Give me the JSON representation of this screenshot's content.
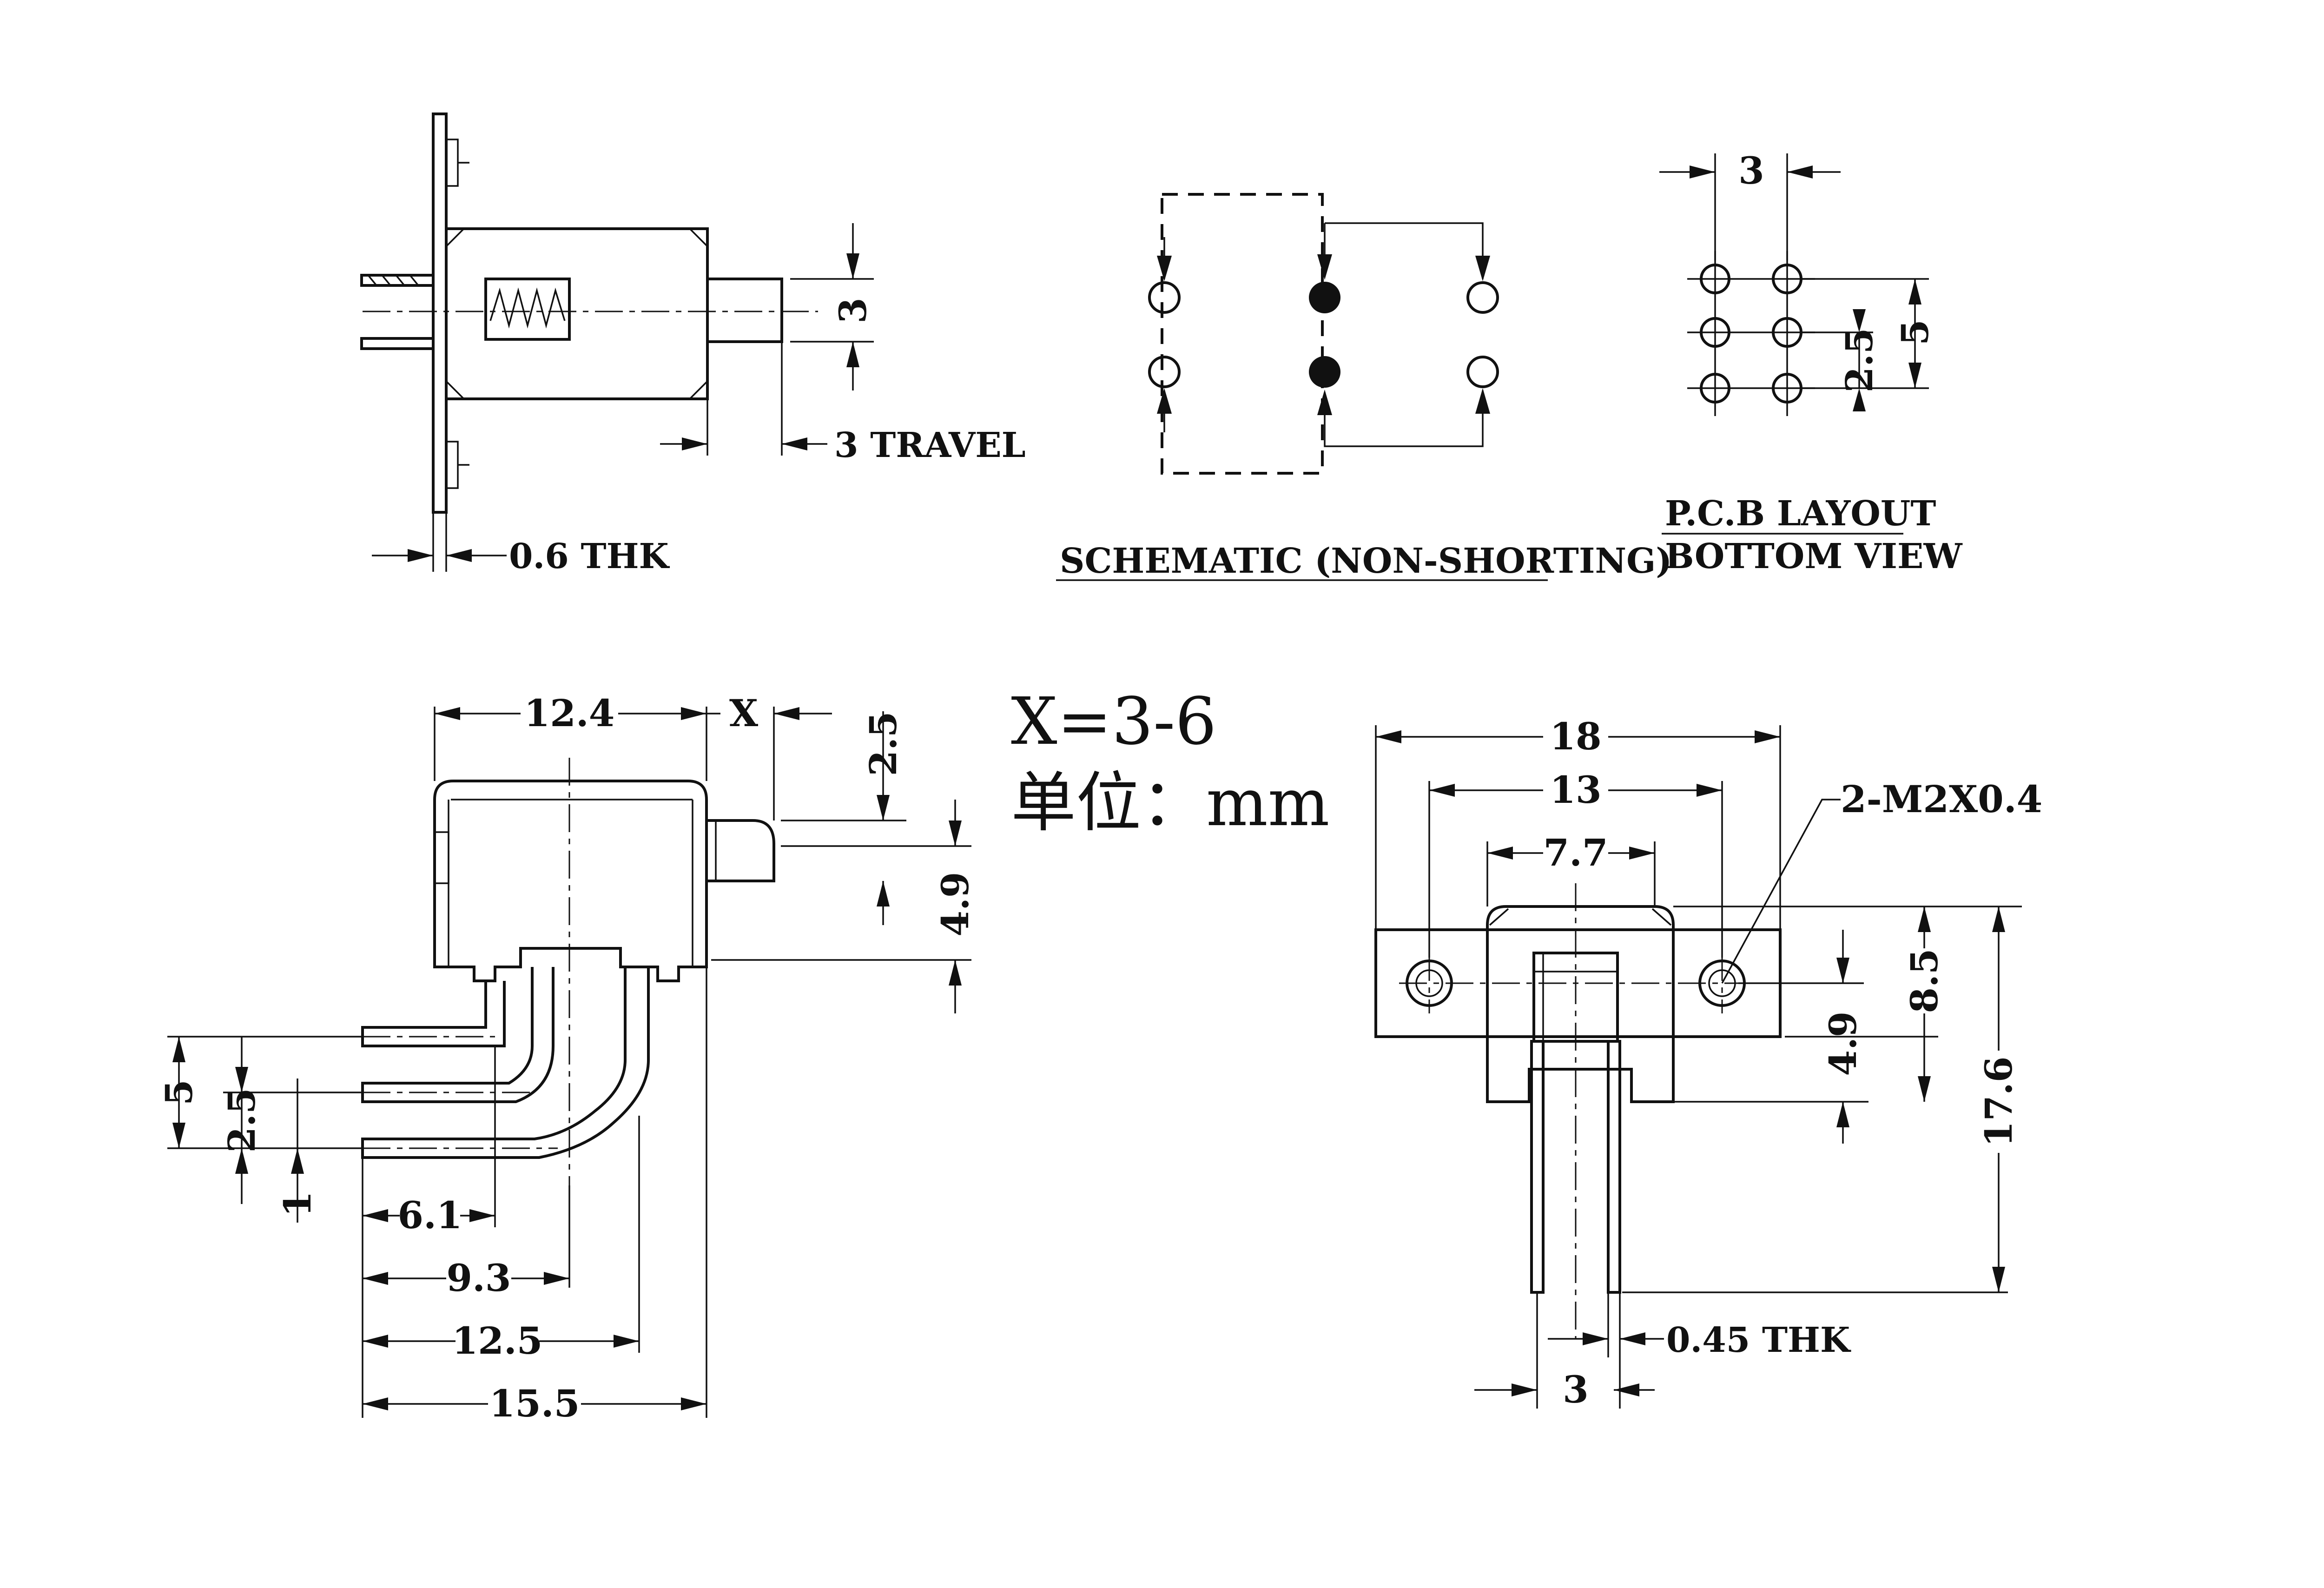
{
  "views": {
    "side": {
      "thickness": "0.6 THK",
      "travel": "3 TRAVEL",
      "actuator_height": "3"
    },
    "schematic": {
      "title": "SCHEMATIC (NON-SHORTING)"
    },
    "pcb": {
      "title_line1": "P.C.B LAYOUT",
      "title_line2": "BOTTOM VIEW",
      "pitch_x": "3",
      "pitch_y": "2.5",
      "span_y": "5"
    },
    "front": {
      "width": "12.4",
      "stroke": "X",
      "top_offset": "2.5",
      "actuator": "4.9",
      "pin_span": "5",
      "pin_pitch": "2.5",
      "pin_offset": "1",
      "d1": "6.1",
      "d2": "9.3",
      "d3": "12.5",
      "d4": "15.5"
    },
    "notes": {
      "x_range": "X=3-6",
      "unit": "单位：mm"
    },
    "mount": {
      "total_width": "18",
      "hole_spacing": "13",
      "body_width": "7.7",
      "screw": "2-M2X0.4",
      "hole_height": "4.9",
      "flange_height": "8.5",
      "total_height": "17.6",
      "pin_thickness": "0.45 THK",
      "pin_spacing": "3"
    }
  }
}
